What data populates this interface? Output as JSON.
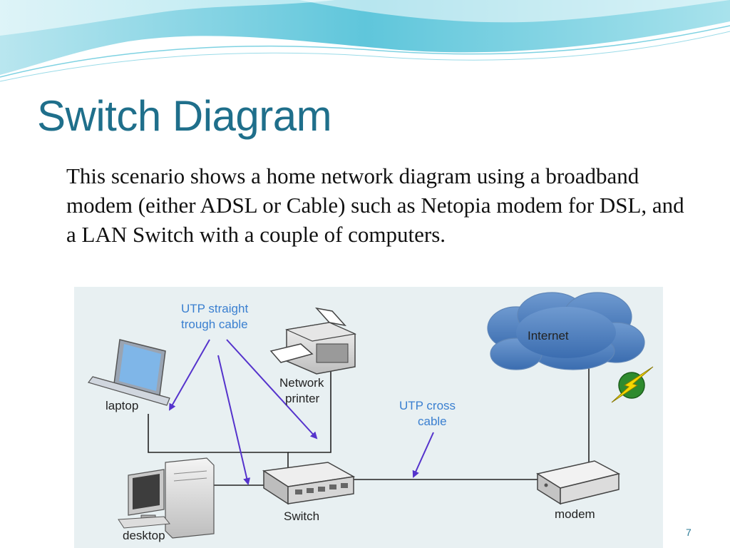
{
  "slide": {
    "title": "Switch Diagram",
    "body": "This scenario shows a home network diagram using a broadband modem (either ADSL or Cable) such as Netopia modem for DSL, and a LAN Switch with a couple of computers.",
    "page_number": "7",
    "colors": {
      "title": "#1f6f8b",
      "accent": "#5bc8dc",
      "diagram_bg": "#e8f0f2",
      "annotation": "#3a7fd0",
      "arrow": "#5533cc"
    }
  },
  "diagram": {
    "labels": {
      "utp_straight_line1": "UTP straight",
      "utp_straight_line2": "trough cable",
      "network_printer_line1": "Network",
      "network_printer_line2": "printer",
      "utp_cross_line1": "UTP cross",
      "utp_cross_line2": "cable",
      "internet": "Internet",
      "laptop": "laptop",
      "desktop": "desktop",
      "switch": "Switch",
      "modem": "modem"
    },
    "icons": [
      "laptop-icon",
      "desktop-icon",
      "printer-icon",
      "switch-icon",
      "modem-icon",
      "cloud-icon",
      "lightning-icon"
    ]
  }
}
